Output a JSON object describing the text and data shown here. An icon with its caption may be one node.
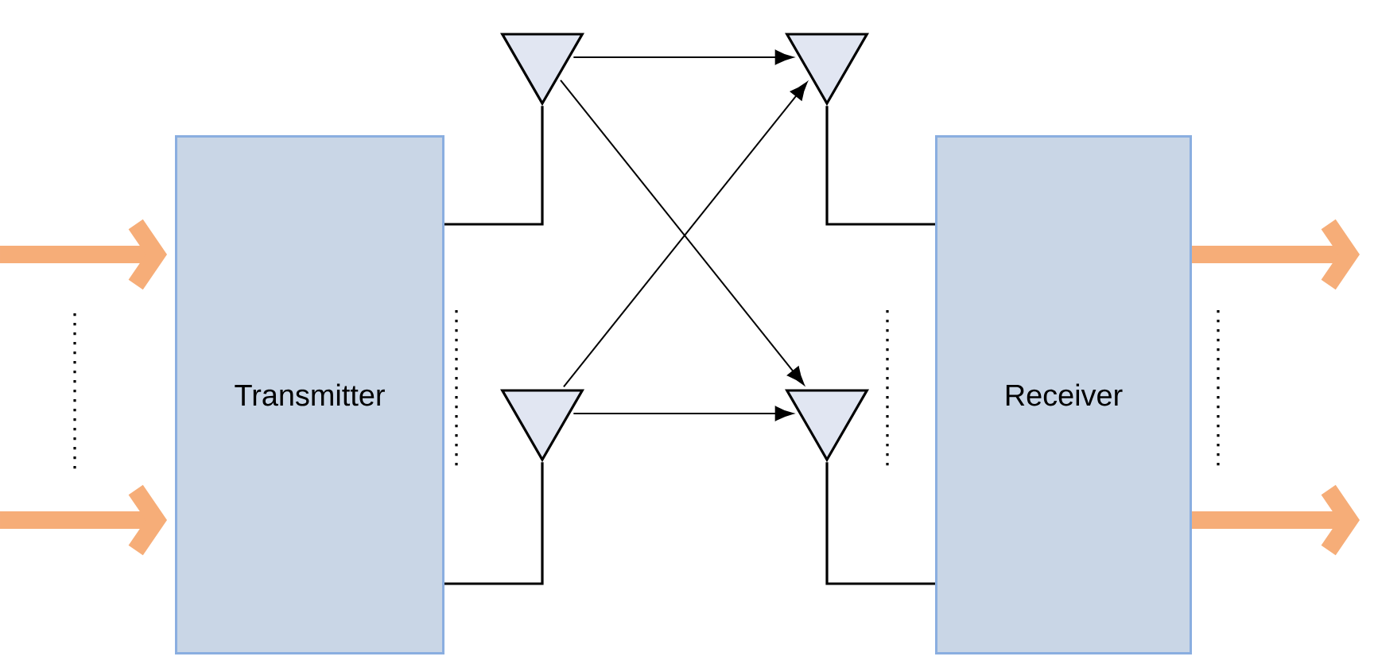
{
  "diagram": {
    "nodes": [
      {
        "text": [
          "Transmitter"
        ]
      },
      {
        "text": [],
        "shape": "triangle"
      },
      {
        "text": [],
        "shape": "triangle"
      },
      {
        "text": [],
        "shape": "triangle"
      },
      {
        "text": [],
        "shape": "triangle"
      },
      {
        "text": [
          "Receiver"
        ]
      }
    ],
    "edges": [
      {
        "from": null,
        "to": 0,
        "arrow": "to",
        "style": "thick",
        "color": "#f6ad78"
      },
      {
        "from": null,
        "to": 0,
        "arrow": "to",
        "style": "thick",
        "color": "#f6ad78"
      },
      {
        "from": 0,
        "to": 1,
        "arrow": "none"
      },
      {
        "from": 0,
        "to": 2,
        "arrow": "none"
      },
      {
        "from": 1,
        "to": 3,
        "arrow": "to"
      },
      {
        "from": 1,
        "to": 4,
        "arrow": "to"
      },
      {
        "from": 2,
        "to": 3,
        "arrow": "to"
      },
      {
        "from": 2,
        "to": 4,
        "arrow": "to"
      },
      {
        "from": 3,
        "to": 5,
        "arrow": "none"
      },
      {
        "from": 4,
        "to": 5,
        "arrow": "none"
      },
      {
        "from": 5,
        "to": null,
        "arrow": "to",
        "style": "thick",
        "color": "#f6ad78"
      },
      {
        "from": 5,
        "to": null,
        "arrow": "to",
        "style": "thick",
        "color": "#f6ad78"
      }
    ]
  }
}
